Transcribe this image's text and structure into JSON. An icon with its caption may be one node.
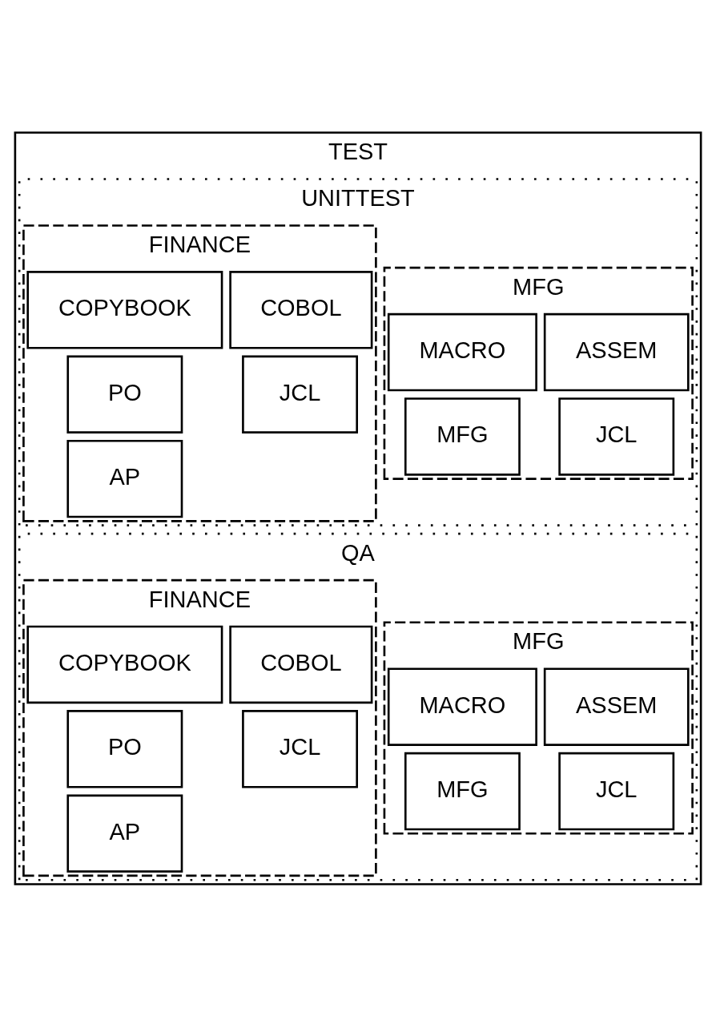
{
  "diagram": {
    "nodes": [
      {
        "text": [
          "TEST"
        ]
      },
      {
        "text": [
          "UNITTEST"
        ],
        "in": 0
      },
      {
        "text": [
          "FINANCE"
        ],
        "in": 1
      },
      {
        "text": [
          "COBOL"
        ],
        "in": 2
      },
      {
        "text": [
          "PO"
        ],
        "in": 2
      },
      {
        "text": [
          "JCL"
        ],
        "in": 2
      },
      {
        "text": [
          "AP"
        ],
        "in": 2
      },
      {
        "text": [
          "COPYBOOK"
        ],
        "in": 2
      },
      {
        "text": [
          "MFG"
        ],
        "in": 1
      },
      {
        "text": [
          "MACRO"
        ],
        "in": 8
      },
      {
        "text": [
          "MFG"
        ],
        "in": 8
      },
      {
        "text": [
          "JCL"
        ],
        "in": 8
      },
      {
        "text": [
          "ASSEM"
        ],
        "in": 8
      },
      {
        "text": [
          "QA"
        ],
        "in": 0
      },
      {
        "text": [
          "FINANCE"
        ],
        "in": 13
      },
      {
        "text": [
          "COBOL"
        ],
        "in": 14
      },
      {
        "text": [
          "PO"
        ],
        "in": 14
      },
      {
        "text": [
          "JCL"
        ],
        "in": 14
      },
      {
        "text": [
          "AP"
        ],
        "in": 14
      },
      {
        "text": [
          "COPYBOOK"
        ],
        "in": 14
      },
      {
        "text": [
          "MFG"
        ],
        "in": 13
      },
      {
        "text": [
          "MACRO"
        ],
        "in": 20
      },
      {
        "text": [
          "MFG"
        ],
        "in": 20
      },
      {
        "text": [
          "JCL"
        ],
        "in": 20
      },
      {
        "text": [
          "ASSEM"
        ],
        "in": 20
      }
    ]
  }
}
